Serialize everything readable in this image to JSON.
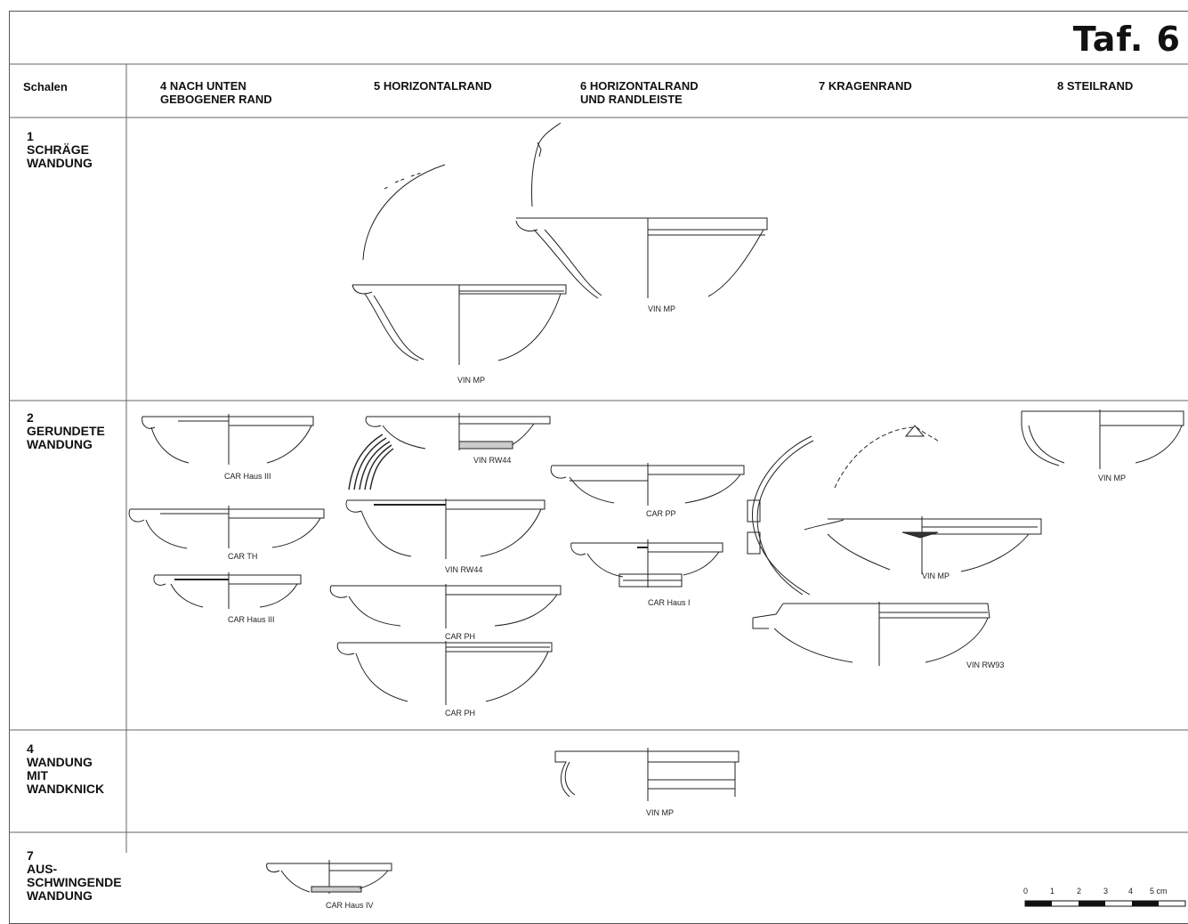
{
  "plate_title": "Taf. 6",
  "header": {
    "row_label": "Schalen",
    "columns": [
      "4 NACH UNTEN\nGEBOGENER RAND",
      "5 HORIZONTALRAND",
      "6 HORIZONTALRAND\nUND RANDLEISTE",
      "7 KRAGENRAND",
      "8 STEILRAND"
    ]
  },
  "rows": [
    {
      "label": "1\nSCHRÄGE\nWANDUNG"
    },
    {
      "label": "2\nGERUNDETE\nWANDUNG"
    },
    {
      "label": "4\nWANDUNG\nMIT\nWANDKNICK"
    },
    {
      "label": "7\nAUS-\nSCHWINGENDE\nWANDUNG"
    }
  ],
  "captions": {
    "r1_bowl_a": "VIN MP",
    "r1_bowl_b": "VIN MP",
    "r2_c4_a": "CAR Haus III",
    "r2_c4_b": "CAR TH",
    "r2_c4_c": "CAR Haus III",
    "r2_c5_a": "VIN RW44",
    "r2_c5_b": "VIN RW44",
    "r2_c5_c": "CAR PH",
    "r2_c5_d": "CAR PH",
    "r2_c6_a": "CAR PP",
    "r2_c6_b": "CAR Haus I",
    "r2_c7_a": "VIN MP",
    "r2_c7_b": "VIN RW93",
    "r2_c8_a": "VIN MP",
    "r3_bowl": "VIN MP",
    "r4_bowl": "CAR Haus IV"
  },
  "scale_bar": {
    "ticks": [
      "0",
      "1",
      "2",
      "3",
      "4",
      "5 cm"
    ]
  }
}
